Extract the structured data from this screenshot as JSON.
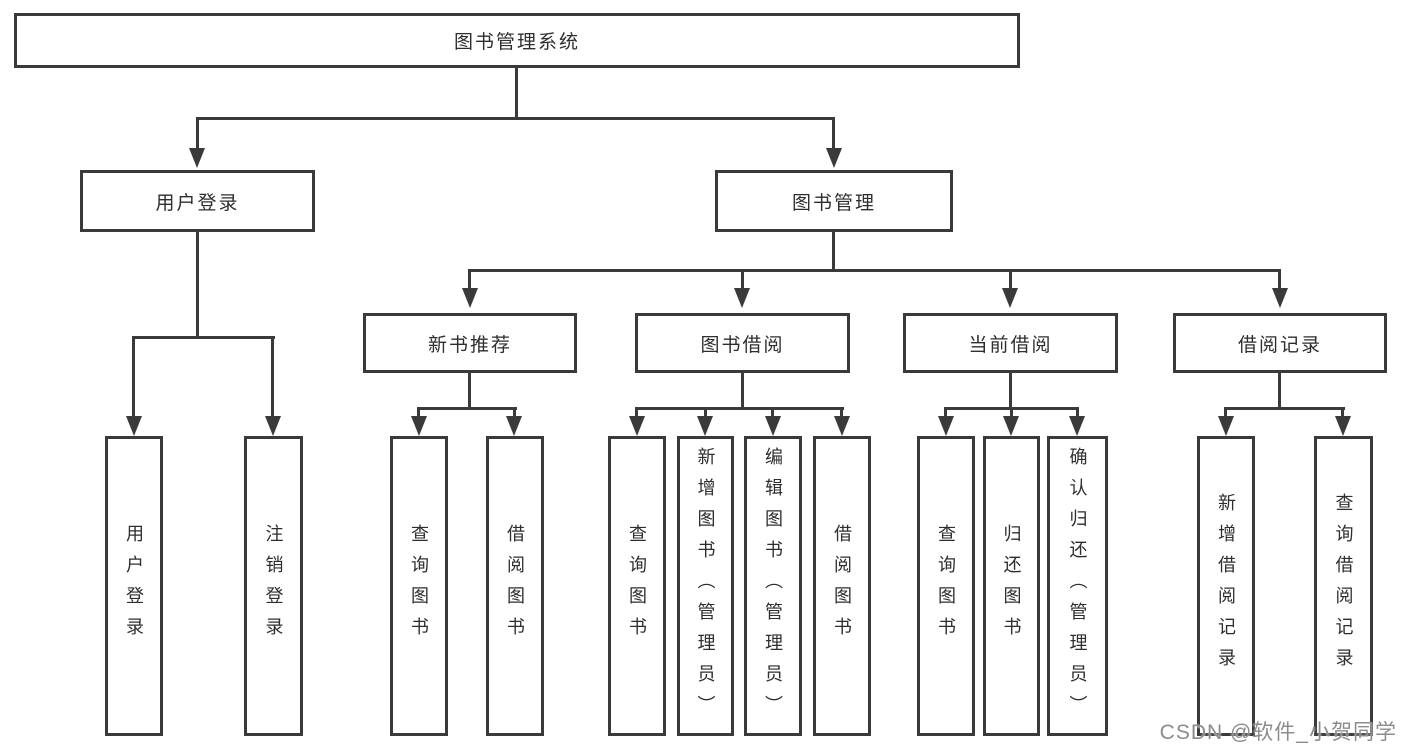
{
  "colors": {
    "line": "#3a3a3a",
    "text": "#2e2e2e",
    "background": "#ffffff",
    "watermark": "#8c8c8c"
  },
  "tree": {
    "root": {
      "label": "图书管理系统"
    },
    "children": [
      {
        "label": "用户登录",
        "children": [
          {
            "label": "用户登录"
          },
          {
            "label": "注销登录"
          }
        ]
      },
      {
        "label": "图书管理",
        "children": [
          {
            "label": "新书推荐",
            "children": [
              {
                "label": "查询图书"
              },
              {
                "label": "借阅图书"
              }
            ]
          },
          {
            "label": "图书借阅",
            "children": [
              {
                "label": "查询图书"
              },
              {
                "label": "新增图书（管理员）"
              },
              {
                "label": "编辑图书（管理员）"
              },
              {
                "label": "借阅图书"
              }
            ]
          },
          {
            "label": "当前借阅",
            "children": [
              {
                "label": "查询图书"
              },
              {
                "label": "归还图书"
              },
              {
                "label": "确认归还（管理员）"
              }
            ]
          },
          {
            "label": "借阅记录",
            "children": [
              {
                "label": "新增借阅记录"
              },
              {
                "label": "查询借阅记录"
              }
            ]
          }
        ]
      }
    ]
  },
  "watermark": {
    "text": "CSDN @软件_小贺同学"
  }
}
